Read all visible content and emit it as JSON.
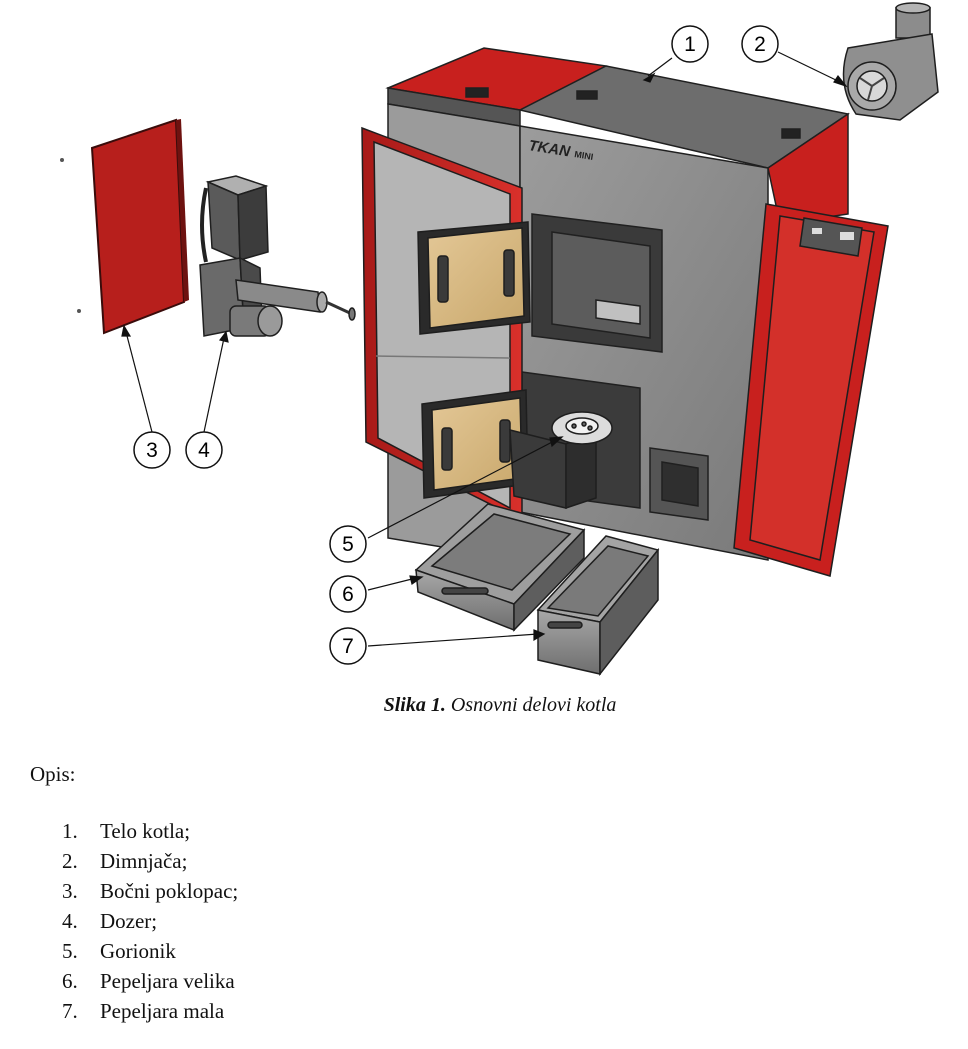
{
  "callouts": [
    "1",
    "2",
    "3",
    "4",
    "5",
    "6",
    "7"
  ],
  "nameplate": {
    "brand": "TKAN",
    "model": "MINI"
  },
  "caption": {
    "label": "Slika 1.",
    "text": "Osnovni delovi kotla"
  },
  "description_heading": "Opis:",
  "parts": [
    {
      "num": "1.",
      "name": "Telo kotla;"
    },
    {
      "num": "2.",
      "name": "Dimnjača;"
    },
    {
      "num": "3.",
      "name": "Bočni poklopac;"
    },
    {
      "num": "4.",
      "name": "Dozer;"
    },
    {
      "num": "5.",
      "name": "Gorionik"
    },
    {
      "num": "6.",
      "name": "Pepeljara velika"
    },
    {
      "num": "7.",
      "name": "Pepeljara mala"
    }
  ],
  "colors": {
    "boiler_red": "#c8201e",
    "boiler_grey": "#8a8a8a",
    "door_beige": "#d9bd88",
    "dark_grey": "#4a4a4a"
  }
}
